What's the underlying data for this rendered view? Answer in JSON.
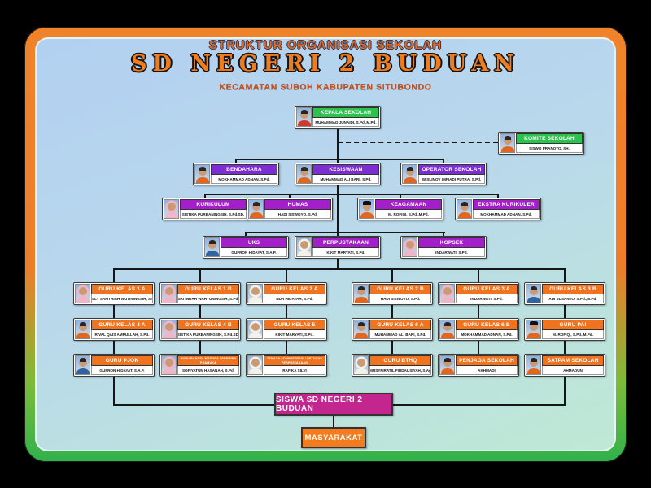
{
  "header": {
    "line1": "STRUKTUR ORGANISASI SEKOLAH",
    "title": "SD NEGERI 2 BUDUAN",
    "subtitle": "KECAMATAN SUBOH KABUPATEN SITUBONDO"
  },
  "palette": {
    "frame_orange": "#ee7d28",
    "frame_green": "#2fb24c",
    "panel_blue": "#b2d0f0",
    "panel_mint": "#bfe9d4",
    "header_green": "#2cc24e",
    "header_purple": "#7a2ed4",
    "header_violet": "#a31fca",
    "header_orange": "#f0741f",
    "siswa_magenta": "#c4268f",
    "masyarakat_orange": "#f47c1f",
    "line_color": "#161616",
    "title_orange": "#ef7d20"
  },
  "nodes": [
    {
      "id": "kepala",
      "title": "KEPALA SEKOLAH",
      "name": "MUHAMMAD JUNAIDI, S.Pd.,M.Pd.",
      "tone": "green",
      "avatar": "man-red"
    },
    {
      "id": "komite",
      "title": "KOMITE SEKOLAH",
      "name": "SISWO PRANOTO, SH.",
      "tone": "green",
      "avatar": "man-orange"
    },
    {
      "id": "bendahara",
      "title": "BENDAHARA",
      "name": "MOKHAMMAD ADNAN, S.Pd.",
      "tone": "purple",
      "avatar": "man-orange"
    },
    {
      "id": "kesiswaan",
      "title": "KESISWAAN",
      "name": "MUHAMMAD ALI BARI, S.Pd.",
      "tone": "purple",
      "avatar": "man-orange"
    },
    {
      "id": "operator",
      "title": "OPERATOR SEKOLAH",
      "name": "WISLINOV IMPIADI PUTRA, S.Pd.",
      "tone": "purple",
      "avatar": "man-orange"
    },
    {
      "id": "kurikulum",
      "title": "KURIKULUM",
      "name": "SISTIKA PURBANINGSIH, S.Pd.SD.",
      "tone": "violet",
      "avatar": "woman-pink"
    },
    {
      "id": "humas",
      "title": "HUMAS",
      "name": "HADI SISWOYO, S.Pd.",
      "tone": "violet",
      "avatar": "man-orange"
    },
    {
      "id": "keagamaan",
      "title": "KEAGAMAAN",
      "name": "M. ROFIQI, S.Pd.,M.Pd.",
      "tone": "violet",
      "avatar": "man-cap"
    },
    {
      "id": "ekstra",
      "title": "EKSTRA KURIKULER",
      "name": "MOKHAMMAD ADNAN, S.Pd.",
      "tone": "violet",
      "avatar": "man-orange"
    },
    {
      "id": "uks",
      "title": "UKS",
      "name": "GUFRON HIDAYAT, S.A.P.",
      "tone": "violet",
      "avatar": "man-blue"
    },
    {
      "id": "perpustakaan",
      "title": "PERPUSTAKAAN",
      "name": "KIKIT MARYATI, S.Pd.",
      "tone": "violet",
      "avatar": "woman-white"
    },
    {
      "id": "kopsek",
      "title": "KOPSEK",
      "name": "INDARWATI, S.Pd.",
      "tone": "violet",
      "avatar": "woman-pink"
    },
    {
      "id": "g1a",
      "title": "GURU KELAS 1 A",
      "name": "MELLY SAFITRIAH WUTININGSIH, S.Pd.",
      "tone": "orange",
      "avatar": "woman-pink"
    },
    {
      "id": "g1b",
      "title": "GURU KELAS 1 B",
      "name": "SRI INDAH WAHYUNINGSIH, S.Pd.",
      "tone": "orange",
      "avatar": "woman-pink"
    },
    {
      "id": "g2a",
      "title": "GURU KELAS 2 A",
      "name": "NUR HIDAYAH, S.Pd.",
      "tone": "orange",
      "avatar": "woman-white"
    },
    {
      "id": "g2b",
      "title": "GURU KELAS 2 B",
      "name": "HADI SISWOYO, S.Pd.",
      "tone": "orange",
      "avatar": "man-orange"
    },
    {
      "id": "g3a",
      "title": "GURU KELAS 3 A",
      "name": "INDARWATI, S.Pd.",
      "tone": "orange",
      "avatar": "woman-pink"
    },
    {
      "id": "g3b",
      "title": "GURU KELAS 3 B",
      "name": "ADI SUSANTO, S.Pd.,M.Pd.",
      "tone": "orange",
      "avatar": "man-blue"
    },
    {
      "id": "g4a",
      "title": "GURU KELAS 4 A",
      "name": "RIVAL QAIS AMRULLAH, S.Pd.",
      "tone": "orange",
      "avatar": "man-orange"
    },
    {
      "id": "g4b",
      "title": "GURU KELAS 4 B",
      "name": "SISTIKA PURBANINGSIH, S.Pd.SD.",
      "tone": "orange",
      "avatar": "woman-pink"
    },
    {
      "id": "g5",
      "title": "GURU KELAS 5",
      "name": "KIKIT MARYATI, S.Pd.",
      "tone": "orange",
      "avatar": "woman-white"
    },
    {
      "id": "g6a",
      "title": "GURU KELAS 6 A",
      "name": "MUHAMMAD ALI BARI, S.Pd.",
      "tone": "orange",
      "avatar": "man-orange"
    },
    {
      "id": "g6b",
      "title": "GURU KELAS 6 B",
      "name": "MOKHAMMAD ADNAN, S.Pd.",
      "tone": "orange",
      "avatar": "man-orange"
    },
    {
      "id": "gpai",
      "title": "GURU PAI",
      "name": "M. ROFIQI, S.Pd.,M.Pd.",
      "tone": "orange",
      "avatar": "man-cap"
    },
    {
      "id": "gpjok",
      "title": "GURU PJOK",
      "name": "GUFRON HIDAYAT, S.A.P.",
      "tone": "orange",
      "avatar": "man-blue"
    },
    {
      "id": "gmulok1",
      "title": "GURU BAHASA MADURA / PEMBINA PRAMUKA",
      "name": "SOFIYATUN HASANAH, S.Pd.",
      "tone": "orange",
      "small": true,
      "avatar": "woman-pink"
    },
    {
      "id": "gmulok2",
      "title": "TENAGA ADMINISTRASI / PETUGAS PERPUSTAKAAN",
      "name": "RAFIKA SILVI",
      "tone": "orange",
      "small": true,
      "avatar": "woman-white"
    },
    {
      "id": "gbthq",
      "title": "GURU BTHQ",
      "name": "MUSYFIRATIL FIRDAUSIYAH, S.Ag",
      "tone": "orange",
      "avatar": "woman-white"
    },
    {
      "id": "penjaga",
      "title": "PENJAGA SEKOLAH",
      "name": "AKHMADI",
      "tone": "orange",
      "avatar": "man-orange"
    },
    {
      "id": "satpam",
      "title": "SATPAM SEKOLAH",
      "name": "AHMADUN",
      "tone": "orange",
      "avatar": "man-orange"
    }
  ],
  "bottom": {
    "siswa": "SISWA SD NEGERI 2 BUDUAN",
    "masyarakat": "MASYARAKAT"
  }
}
